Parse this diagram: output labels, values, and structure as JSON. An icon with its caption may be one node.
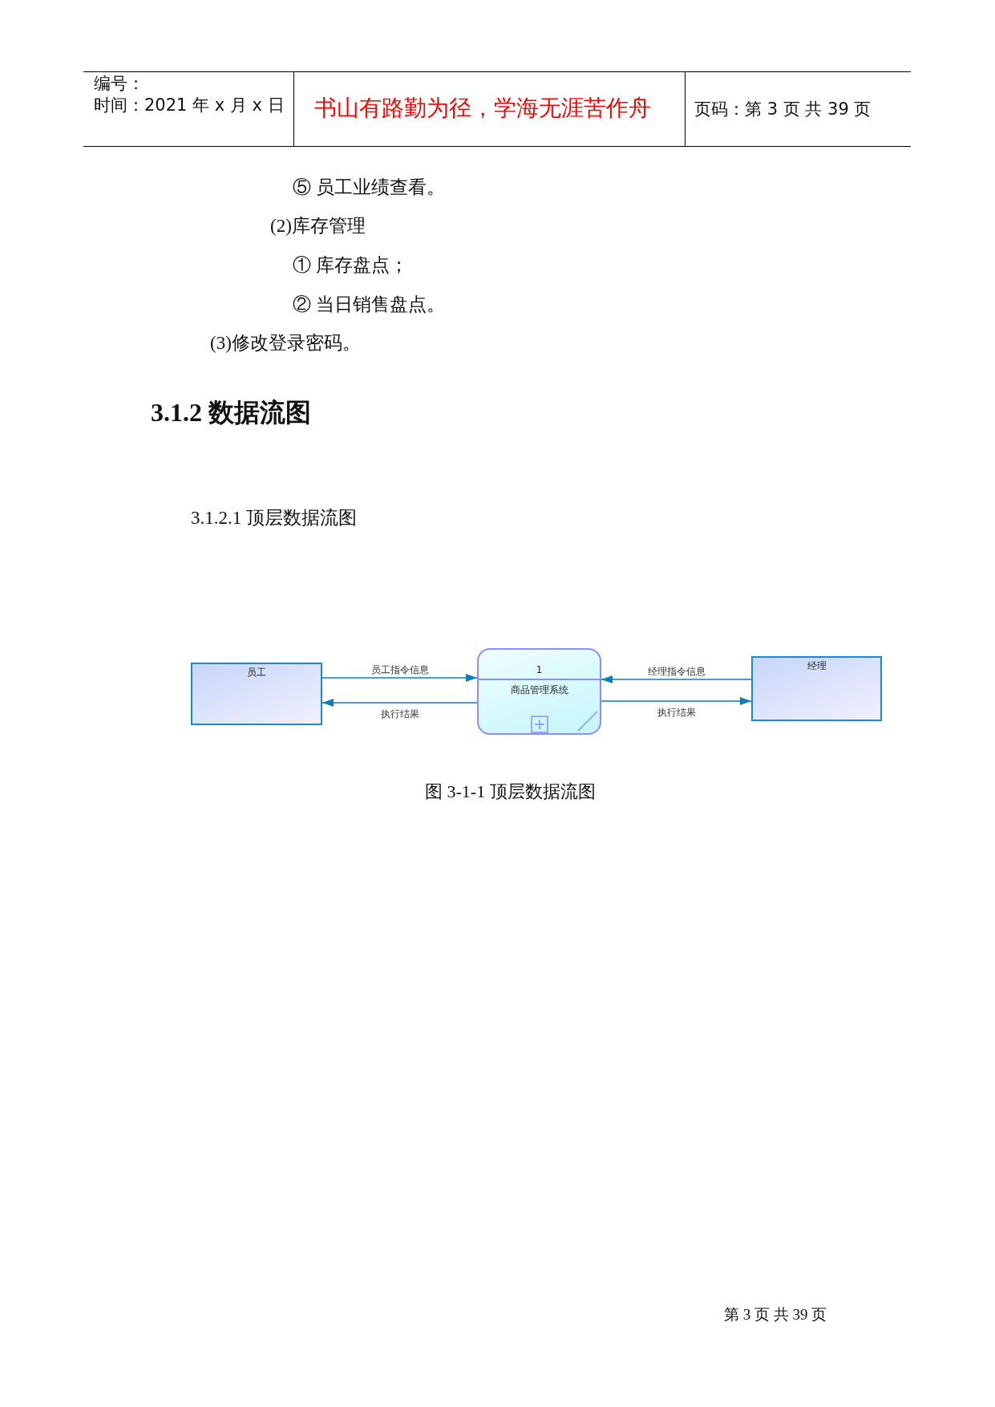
{
  "diagram": {
    "caption": "图 3-1-1 顶层数据流图",
    "nodes": [
      {
        "text": [
          "员工"
        ]
      },
      {
        "text": [
          "1",
          "商品管理系统"
        ]
      },
      {
        "text": [
          "经理"
        ]
      }
    ],
    "edges": [
      {
        "from": 0,
        "to": 1,
        "arrow": "to",
        "label": "员工指令信息"
      },
      {
        "from": 1,
        "to": 0,
        "arrow": "to",
        "label": "执行结果"
      },
      {
        "from": 2,
        "to": 1,
        "arrow": "to",
        "label": "经理指令信息"
      },
      {
        "from": 1,
        "to": 2,
        "arrow": "to",
        "label": "执行结果"
      }
    ],
    "labels": [
      "编号：",
      "时间：2021 年 x 月 x 日",
      "书山有路勤为径，学海无涯苦作舟",
      "页码：第 3 页 共 39 页",
      "⑤ 员工业绩查看。",
      "(2)库存管理",
      "① 库存盘点；",
      "② 当日销售盘点。",
      "(3)修改登录密码。",
      "3.1.2 数据流图",
      "3.1.2.1 顶层数据流图",
      "第 3 页 共 39 页"
    ]
  }
}
